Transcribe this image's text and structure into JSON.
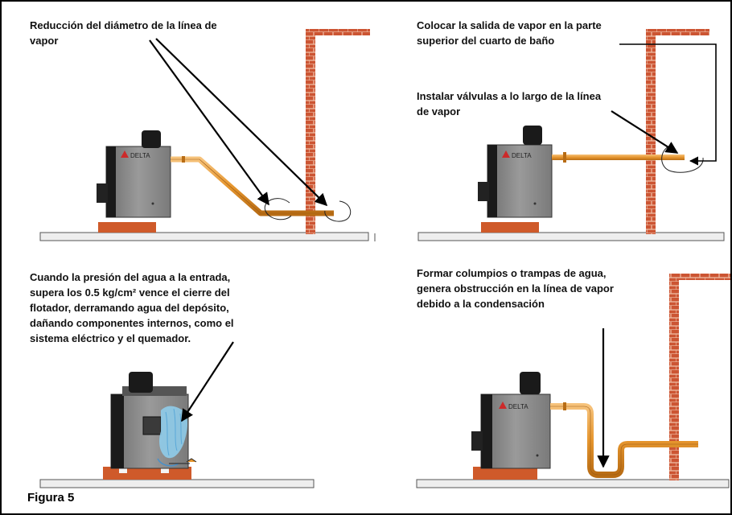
{
  "panels": {
    "top_left": {
      "caption": "Reducción del diámetro de la línea de vapor"
    },
    "top_right": {
      "caption_1": "Colocar la salida de vapor en la parte superior del cuarto de baño",
      "caption_2": "Instalar válvulas a lo largo de la línea de vapor"
    },
    "bottom_left": {
      "caption": "Cuando la presión del agua a la entrada, supera los 0.5 kg/cm² vence el cierre del flotador, derramando agua del depósito, dañando componentes internos, como el sistema eléctrico y el quemador."
    },
    "bottom_right": {
      "caption": "Formar columpios o trampas de agua, genera obstrucción en la línea de vapor debido a la condensación"
    }
  },
  "boiler": {
    "brand": "DELTA"
  },
  "figure_label": "Figura 5",
  "colors": {
    "pipe": "#e6962e",
    "brick": "#cc5533",
    "boiler_body": "#8c8c8c",
    "base": "#cf5a2a",
    "water": "#8fd0f0"
  }
}
